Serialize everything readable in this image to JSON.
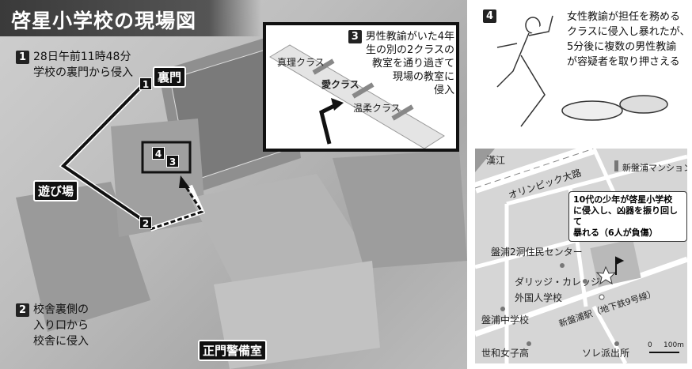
{
  "title": "啓星小学校の現場図",
  "steps": [
    {
      "num": "1",
      "text": [
        "28日午前11時48分",
        "学校の裏門から侵入"
      ]
    },
    {
      "num": "2",
      "text": [
        "校舎裏側の",
        "入り口から",
        "校舎に侵入"
      ]
    },
    {
      "num": "3",
      "text": [
        "男性教諭がいた4年",
        "生の別の2クラスの",
        "教室を通り過ぎて",
        "現場の教室に",
        "侵入"
      ]
    },
    {
      "num": "4",
      "text": [
        "女性教諭が担任を務める",
        "クラスに侵入し暴れたが、",
        "5分後に複数の男性教諭",
        "が容疑者を取り押さえる"
      ]
    }
  ],
  "labels": {
    "back_gate": "裏門",
    "playground": "遊び場",
    "guard_room": "正門警備室"
  },
  "classes": {
    "a": "真理クラス",
    "b": "愛クラス",
    "c": "温柔クラス"
  },
  "map": {
    "places": {
      "river": "漢江",
      "olympic": "オリンピック大路",
      "mansion": "新盤浦マンション",
      "center": "盤浦2洞住民センター",
      "dulwich": "ダリッジ・カレッジ",
      "foreign": "外国人学校",
      "station": "新盤浦駅（地下鉄9号線）",
      "middle": "盤浦中学校",
      "girls": "世和女子高",
      "police": "ソレ派出所"
    },
    "callout": [
      "10代の少年が啓星小学校",
      "に侵入し、凶器を振り回して",
      "暴れる（6人が負傷）"
    ],
    "scale": {
      "zero": "0",
      "max": "100m"
    }
  }
}
